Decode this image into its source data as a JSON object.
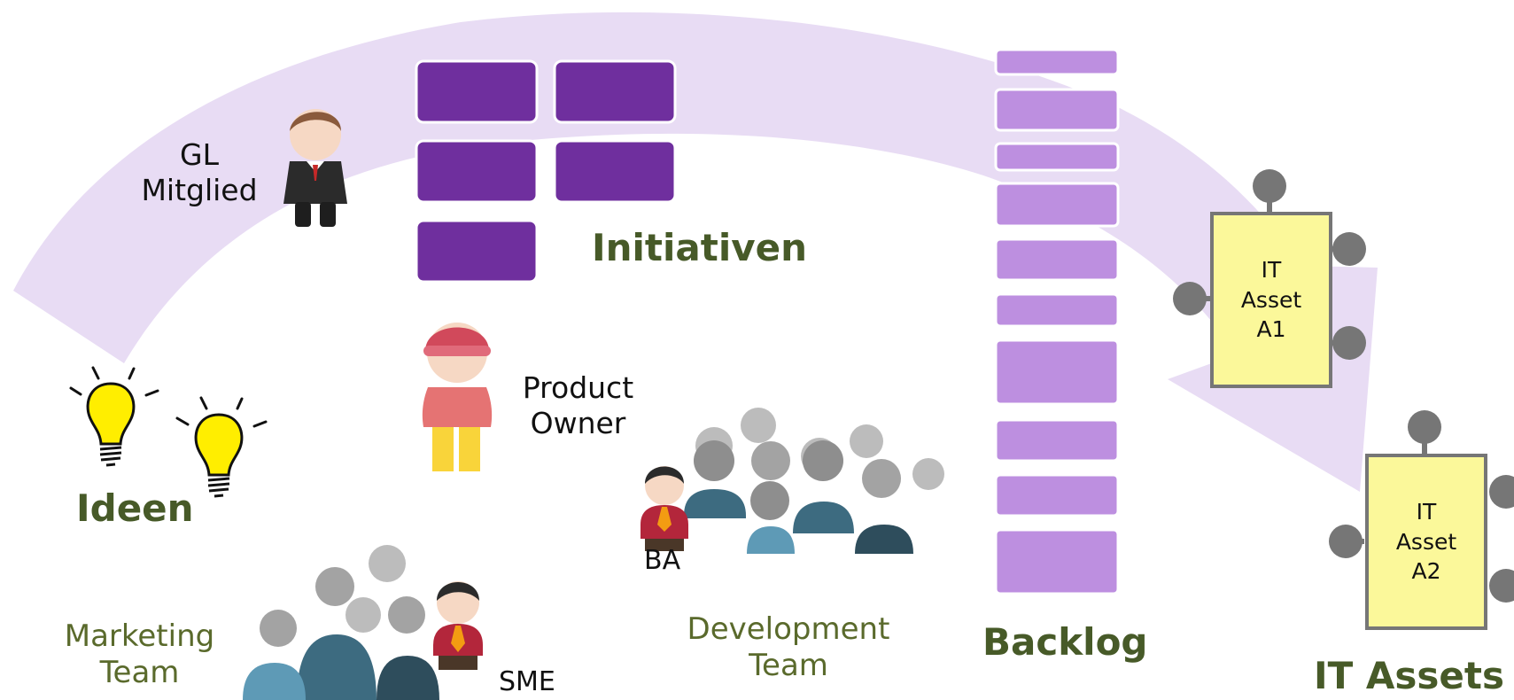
{
  "labels": {
    "gl_member": "GL\nMitglied",
    "initiatives": "Initiativen",
    "product_owner": "Product\nOwner",
    "ideas": "Ideen",
    "marketing_team": "Marketing\nTeam",
    "sme": "SME",
    "ba": "BA",
    "development_team": "Development\nTeam",
    "backlog": "Backlog",
    "it_assets": "IT Assets"
  },
  "assets": [
    {
      "label": "IT\nAsset\nA1"
    },
    {
      "label": "IT\nAsset\nA2"
    }
  ],
  "colors": {
    "arrow": "#e8dcf4",
    "initiative_card": "#6f2f9e",
    "backlog_item": "#bd8fe0",
    "heading": "#475a28",
    "asset_fill": "#fbf89a",
    "asset_border": "#767676",
    "bulb": "#ffee00"
  },
  "icons": [
    "lightbulb-icon",
    "businessman-icon",
    "product-owner-icon",
    "people-group-icon"
  ]
}
